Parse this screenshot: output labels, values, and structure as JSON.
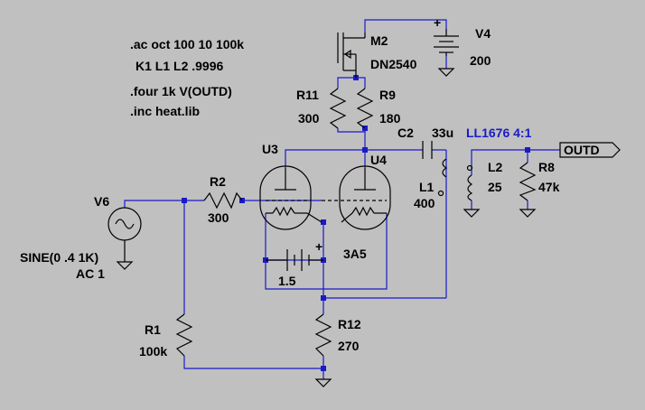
{
  "directives": {
    "ac": ".ac oct 100 10 100k",
    "coupling": "K1 L1 L2 .9996",
    "four": ".four 1k V(OUTD)",
    "inc": ".inc heat.lib"
  },
  "components": {
    "v6": {
      "ref": "V6",
      "value1": "SINE(0 .4 1K)",
      "value2": "AC 1"
    },
    "r2": {
      "ref": "R2",
      "value": "300"
    },
    "r1": {
      "ref": "R1",
      "value": "100k"
    },
    "r12": {
      "ref": "R12",
      "value": "270"
    },
    "u3": {
      "ref": "U3"
    },
    "u4": {
      "ref": "U4"
    },
    "heater": {
      "value": "1.5",
      "tube": "3A5"
    },
    "m2": {
      "ref": "M2",
      "part": "DN2540"
    },
    "v4": {
      "ref": "V4",
      "value": "200"
    },
    "r11": {
      "ref": "R11",
      "value": "300"
    },
    "r9": {
      "ref": "R9",
      "value": "180"
    },
    "c2": {
      "ref": "C2",
      "value": "33u"
    },
    "l1": {
      "ref": "L1",
      "value": "400"
    },
    "l2": {
      "ref": "L2",
      "value": "25"
    },
    "r8": {
      "ref": "R8",
      "value": "47k"
    },
    "transformer": {
      "label": "LL1676 4:1"
    }
  },
  "net_label": "OUTD",
  "colors": {
    "background": "#c0c0c0",
    "wire": "#1a1ac8",
    "component": "#000000",
    "transformer_label": "#1a1ac8"
  }
}
